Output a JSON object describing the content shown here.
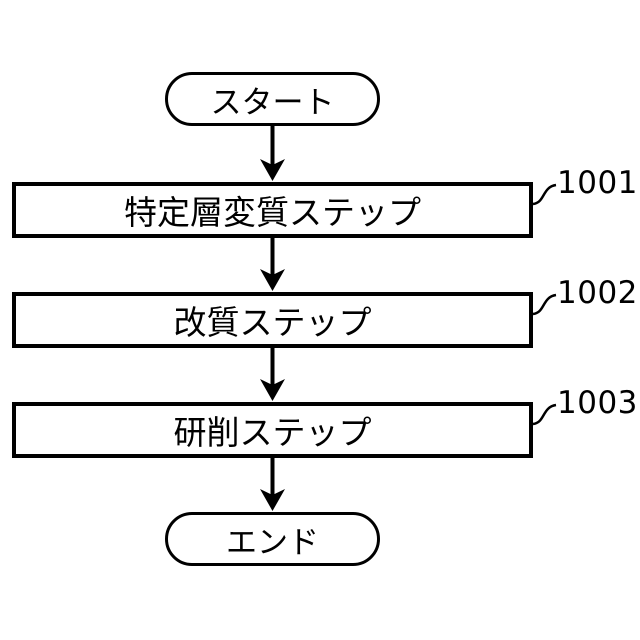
{
  "figure": {
    "type": "flowchart",
    "background_color": "#ffffff",
    "line_color": "#000000",
    "text_color": "#000000",
    "nodes": [
      {
        "id": "start",
        "shape": "terminator",
        "label": "スタート"
      },
      {
        "id": "step-1001",
        "shape": "process",
        "label": "特定層変質ステップ",
        "ref": "1001"
      },
      {
        "id": "step-1002",
        "shape": "process",
        "label": "改質ステップ",
        "ref": "1002"
      },
      {
        "id": "step-1003",
        "shape": "process",
        "label": "研削ステップ",
        "ref": "1003"
      },
      {
        "id": "end",
        "shape": "terminator",
        "label": "エンド"
      }
    ],
    "edges": [
      {
        "from": "start",
        "to": "step-1001",
        "style": "arrow-down"
      },
      {
        "from": "step-1001",
        "to": "step-1002",
        "style": "arrow-down"
      },
      {
        "from": "step-1002",
        "to": "step-1003",
        "style": "arrow-down"
      },
      {
        "from": "step-1003",
        "to": "end",
        "style": "arrow-down"
      }
    ]
  }
}
